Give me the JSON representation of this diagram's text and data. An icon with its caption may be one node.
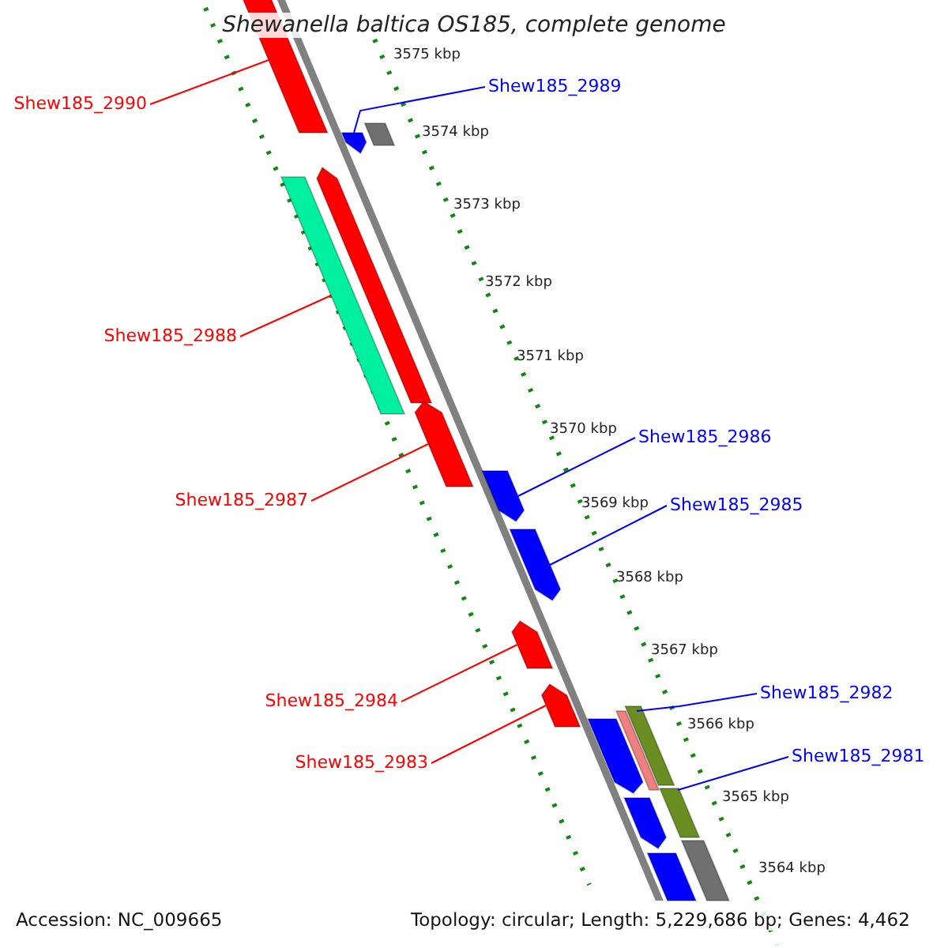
{
  "diagram": {
    "title": "Shewanella baltica OS185, complete genome",
    "nodes": [
      {
        "text": [
          "Shew185_2990"
        ]
      },
      {
        "text": [],
        "shape": "bar"
      },
      {
        "text": [
          "Shew185_2989"
        ]
      },
      {
        "text": [],
        "shape": "bar"
      },
      {
        "text": [],
        "shape": "bar"
      },
      {
        "text": [
          "Shew185_2988"
        ]
      },
      {
        "text": [],
        "shape": "bar"
      },
      {
        "text": [],
        "shape": "bar"
      },
      {
        "text": [
          "Shew185_2987"
        ]
      },
      {
        "text": [],
        "shape": "bar"
      },
      {
        "text": [
          "Shew185_2986"
        ]
      },
      {
        "text": [],
        "shape": "bar"
      },
      {
        "text": [
          "Shew185_2985"
        ]
      },
      {
        "text": [],
        "shape": "bar"
      },
      {
        "text": [
          "Shew185_2984"
        ]
      },
      {
        "text": [],
        "shape": "bar"
      },
      {
        "text": [
          "Shew185_2983"
        ]
      },
      {
        "text": [],
        "shape": "bar"
      },
      {
        "text": [
          "Shew185_2982"
        ]
      },
      {
        "text": [],
        "shape": "bar"
      },
      {
        "text": [
          "Shew185_2981"
        ]
      },
      {
        "text": [],
        "shape": "bar"
      },
      {
        "text": [],
        "shape": "bar"
      },
      {
        "text": [],
        "shape": "bar"
      },
      {
        "text": [],
        "shape": "bar"
      },
      {
        "text": [],
        "shape": "bar"
      },
      {
        "text": [],
        "shape": "bar"
      }
    ],
    "edges": [
      {
        "from": 0,
        "to": 1,
        "arrow": "none",
        "color": "#ff0000"
      },
      {
        "from": 2,
        "to": 3,
        "arrow": "none",
        "color": "#0000ff"
      },
      {
        "from": 5,
        "to": 6,
        "arrow": "none",
        "color": "#ff0000"
      },
      {
        "from": 8,
        "to": 9,
        "arrow": "none",
        "color": "#ff0000"
      },
      {
        "from": 10,
        "to": 11,
        "arrow": "none",
        "color": "#0000ff"
      },
      {
        "from": 12,
        "to": 13,
        "arrow": "none",
        "color": "#0000ff"
      },
      {
        "from": 14,
        "to": 15,
        "arrow": "none",
        "color": "#ff0000"
      },
      {
        "from": 16,
        "to": 17,
        "arrow": "none",
        "color": "#ff0000"
      },
      {
        "from": 18,
        "to": 19,
        "arrow": "none",
        "color": "#0000ff"
      },
      {
        "from": 20,
        "to": 21,
        "arrow": "none",
        "color": "#0000ff"
      }
    ],
    "labels": [
      "3575 kbp",
      "3574 kbp",
      "3573 kbp",
      "3572 kbp",
      "3571 kbp",
      "3570 kbp",
      "3569 kbp",
      "3568 kbp",
      "3567 kbp",
      "3566 kbp",
      "3565 kbp",
      "3564 kbp",
      "Accession: NC_009665",
      "Topology: circular; Length: 5,229,686 bp; Genes: 4,462"
    ]
  }
}
